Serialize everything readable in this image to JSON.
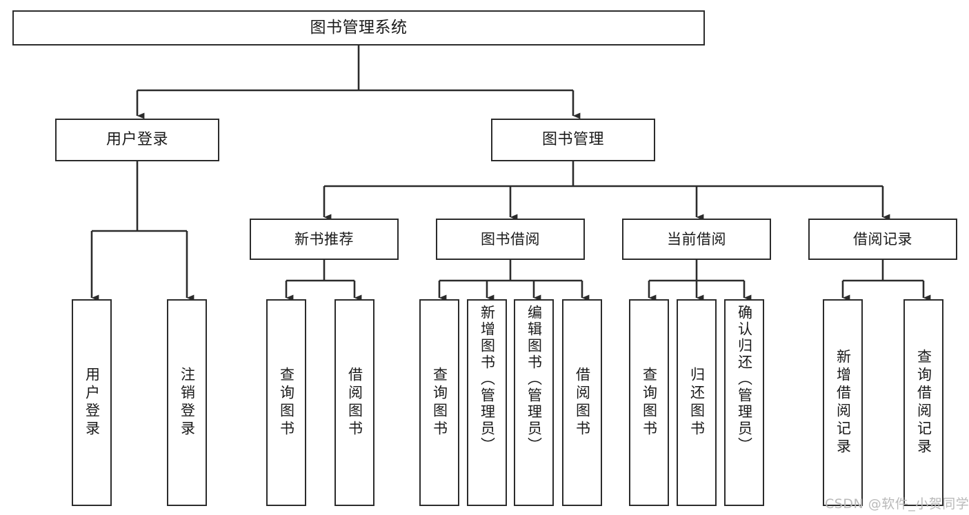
{
  "diagram": {
    "title": "图书管理系统",
    "watermark": "CSDN @软件_小贺同学",
    "line_color": "#2b2b2b",
    "text_color": "#1a1a1a",
    "background_color": "#ffffff",
    "watermark_color": "#b9b9b9"
  },
  "nodes": {
    "root": {
      "label": "图书管理系统"
    },
    "level1": [
      {
        "label": "用户登录"
      },
      {
        "label": "图书管理"
      }
    ],
    "level2": [
      {
        "label": "新书推荐"
      },
      {
        "label": "图书借阅"
      },
      {
        "label": "当前借阅"
      },
      {
        "label": "借阅记录"
      }
    ],
    "leaves": {
      "user_login": [
        {
          "label": "用户登录"
        },
        {
          "label": "注销登录"
        }
      ],
      "new_book_recommend": [
        {
          "label": "查询图书"
        },
        {
          "label": "借阅图书"
        }
      ],
      "book_borrow": [
        {
          "label": "查询图书"
        },
        {
          "label": "新增图书（管理员）"
        },
        {
          "label": "编辑图书（管理员）"
        },
        {
          "label": "借阅图书"
        }
      ],
      "current_borrow": [
        {
          "label": "查询图书"
        },
        {
          "label": "归还图书"
        },
        {
          "label": "确认归还（管理员）"
        }
      ],
      "borrow_record": [
        {
          "label": "新增借阅记录"
        },
        {
          "label": "查询借阅记录"
        }
      ]
    }
  }
}
